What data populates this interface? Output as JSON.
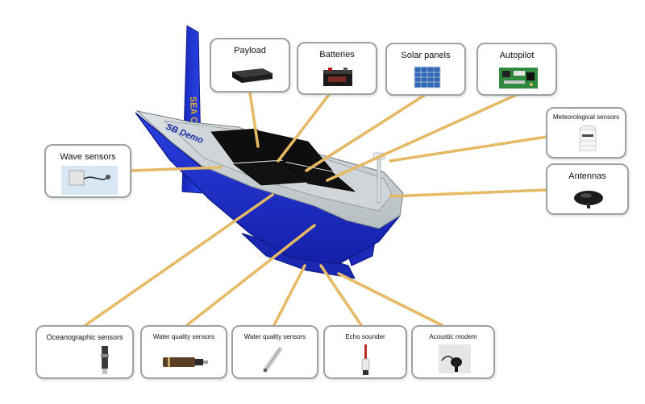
{
  "boat": {
    "sail_text": "SEA CRAFT",
    "hull_text": "SB Demo"
  },
  "components": {
    "payload": "Payload",
    "batteries": "Batteries",
    "solar_panels": "Solar panels",
    "autopilot": "Autopilot",
    "meteorological_sensors": "Meteorological sensors",
    "antennas": "Antennas",
    "wave_sensors": "Wave sensors",
    "oceanographic_sensors": "Oceanographic sensors",
    "water_quality_sensors_1": "Water quality sensors",
    "water_quality_sensors_2": "Water quality sensors",
    "echo_sounder": "Echo sounder",
    "acoustic_modem": "Acoustic modem"
  },
  "colors": {
    "arrow": "#e6b965",
    "hull": "#1f2fc8",
    "deck": "#c8ced1",
    "panel": "#0e0e0e",
    "box_border": "#9aa3a0"
  }
}
